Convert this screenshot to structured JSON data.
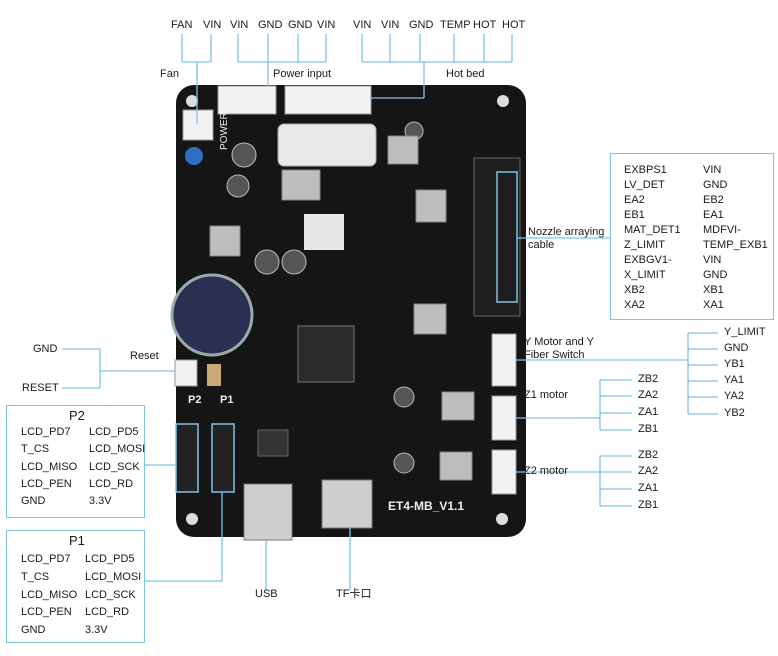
{
  "top_pins": [
    "FAN",
    "VIN",
    "VIN",
    "GND",
    "GND",
    "VIN",
    "VIN",
    "VIN",
    "GND",
    "TEMP",
    "HOT",
    "HOT"
  ],
  "groups": {
    "fan": "Fan",
    "power": "Power input",
    "hotbed": "Hot bed"
  },
  "nozzle": {
    "label": "Nozzle arraying cable",
    "left": [
      "EXBPS1",
      "LV_DET",
      "EA2",
      "EB1",
      "MAT_DET1",
      "Z_LIMIT",
      "EXBGV1-",
      "X_LIMIT",
      "XB2",
      "XA2"
    ],
    "right": [
      "VIN",
      "GND",
      "EB2",
      "EA1",
      "MDFVI-",
      "TEMP_EXB1",
      "VIN",
      "GND",
      "XB1",
      "XA1"
    ]
  },
  "ymotor": {
    "label": "Y Motor and Y Fiber Switch",
    "pins": [
      "Y_LIMIT",
      "GND",
      "YB1",
      "YA1",
      "YA2",
      "YB2"
    ]
  },
  "z1": {
    "label": "Z1 motor",
    "pins": [
      "ZB2",
      "ZA2",
      "ZA1",
      "ZB1"
    ]
  },
  "z2": {
    "label": "Z2 motor",
    "pins": [
      "ZB2",
      "ZA2",
      "ZA1",
      "ZB1"
    ]
  },
  "reset": {
    "label": "Reset",
    "pins": [
      "GND",
      "RESET"
    ]
  },
  "p2": {
    "title": "P2",
    "left": [
      "LCD_PD7",
      "T_CS",
      "LCD_MISO",
      "LCD_PEN",
      "GND"
    ],
    "right": [
      "LCD_PD5",
      "LCD_MOSI",
      "LCD_SCK",
      "LCD_RD",
      "3.3V"
    ]
  },
  "p1": {
    "title": "P1",
    "left": [
      "LCD_PD7",
      "T_CS",
      "LCD_MISO",
      "LCD_PEN",
      "GND"
    ],
    "right": [
      "LCD_PD5",
      "LCD_MOSI",
      "LCD_SCK",
      "LCD_RD",
      "3.3V"
    ]
  },
  "bottom": {
    "usb": "USB",
    "tf": "TF卡口"
  },
  "board_text": {
    "model": "ET4-MB_V1.1",
    "power": "POWER",
    "p2": "P2",
    "p1": "P1"
  },
  "colors": {
    "line": "#7ec3e6",
    "board": "#151515",
    "header": "#f2f2f2",
    "chip": "#2a2a2a"
  }
}
